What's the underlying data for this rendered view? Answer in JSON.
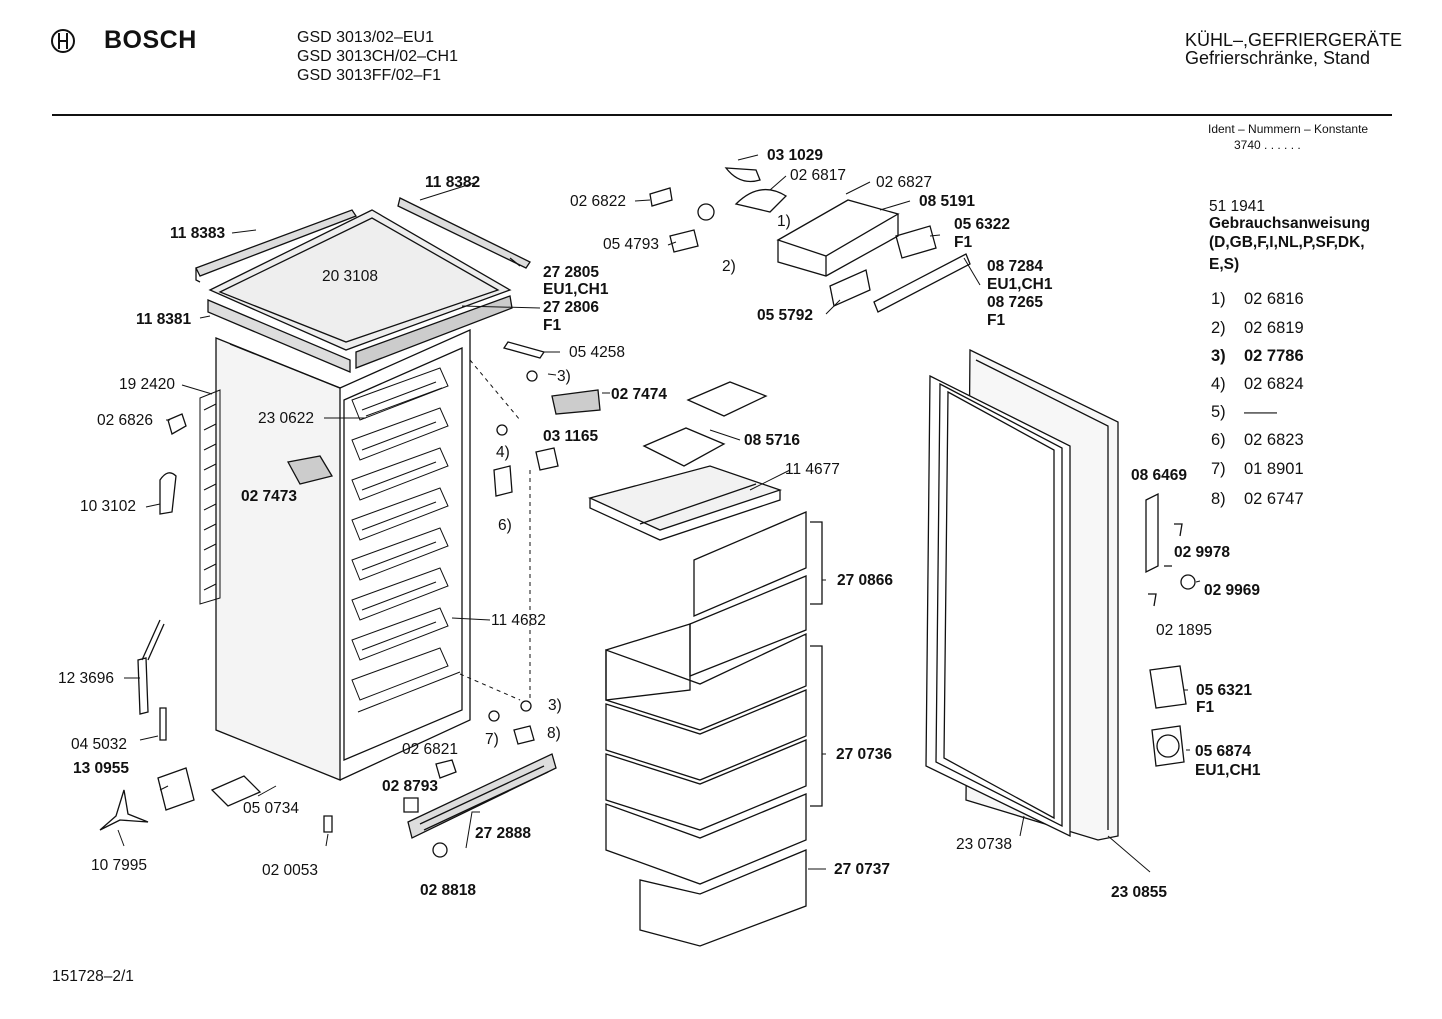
{
  "header": {
    "brand": "BOSCH",
    "models": [
      "GSD 3013/02–EU1",
      "GSD 3013CH/02–CH1",
      "GSD 3013FF/02–F1"
    ],
    "category_line1": "KÜHL–,GEFRIERGERÄTE",
    "category_line2": "Gefrierschränke, Stand"
  },
  "ident": {
    "label": "Ident – Nummern – Konstante",
    "value": "3740 . . . . . ."
  },
  "manual": {
    "number": "51 1941",
    "title": "Gebrauchsanweisung",
    "langs1": "(D,GB,F,I,NL,P,SF,DK,",
    "langs2": "E,S)"
  },
  "legend": [
    {
      "key": "1)",
      "part": "02 6816"
    },
    {
      "key": "2)",
      "part": "02 6819"
    },
    {
      "key": "3)",
      "part": "02 7786"
    },
    {
      "key": "4)",
      "part": "02 6824"
    },
    {
      "key": "5)",
      "part": "——"
    },
    {
      "key": "6)",
      "part": "02 6823"
    },
    {
      "key": "7)",
      "part": "01 8901"
    },
    {
      "key": "8)",
      "part": "02 6747"
    }
  ],
  "labels": {
    "p118382": "11 8382",
    "p118383": "11 8383",
    "p203108": "20 3108",
    "p118381": "11 8381",
    "p272805": "27 2805",
    "eu1ch1_a": "EU1,CH1",
    "p272806": "27 2806",
    "f1_a": "F1",
    "p054258": "05 4258",
    "n3_top": "3)",
    "p192420": "19 2420",
    "p230622": "23 0622",
    "p026826": "02 6826",
    "p027474": "02 7474",
    "n4": "4)",
    "p031165": "03 1165",
    "p027473": "02 7473",
    "p103102": "10 3102",
    "n6": "6)",
    "p114682": "11 4682",
    "p123696": "12 3696",
    "n3_bot": "3)",
    "n7": "7)",
    "n8": "8)",
    "p045032": "04 5032",
    "p130955": "13 0955",
    "p026821": "02 6821",
    "p050734": "05 0734",
    "p028793": "02 8793",
    "p272888": "27 2888",
    "p107995": "10 7995",
    "p020053": "02 0053",
    "p028818": "02 8818",
    "p031029": "03 1029",
    "p026817": "02 6817",
    "p026827": "02 6827",
    "p026822": "02 6822",
    "p085191": "08 5191",
    "n1": "1)",
    "p056322": "05 6322",
    "f1_b": "F1",
    "p054793": "05 4793",
    "n2": "2)",
    "p087284": "08 7284",
    "eu1ch1_b": "EU1,CH1",
    "p087265": "08 7265",
    "f1_c": "F1",
    "p055792": "05 5792",
    "p085716": "08 5716",
    "p114677": "11 4677",
    "p270866": "27 0866",
    "p270736": "27 0736",
    "p270737": "27 0737",
    "p086469": "08 6469",
    "p029978": "02 9978",
    "p029969": "02 9969",
    "p021895": "02 1895",
    "p056321": "05 6321",
    "f1_d": "F1",
    "p056874": "05 6874",
    "eu1ch1_c": "EU1,CH1",
    "p230738": "23 0738",
    "p230855": "23 0855"
  },
  "footer": {
    "drawing_number": "151728–2/1"
  }
}
